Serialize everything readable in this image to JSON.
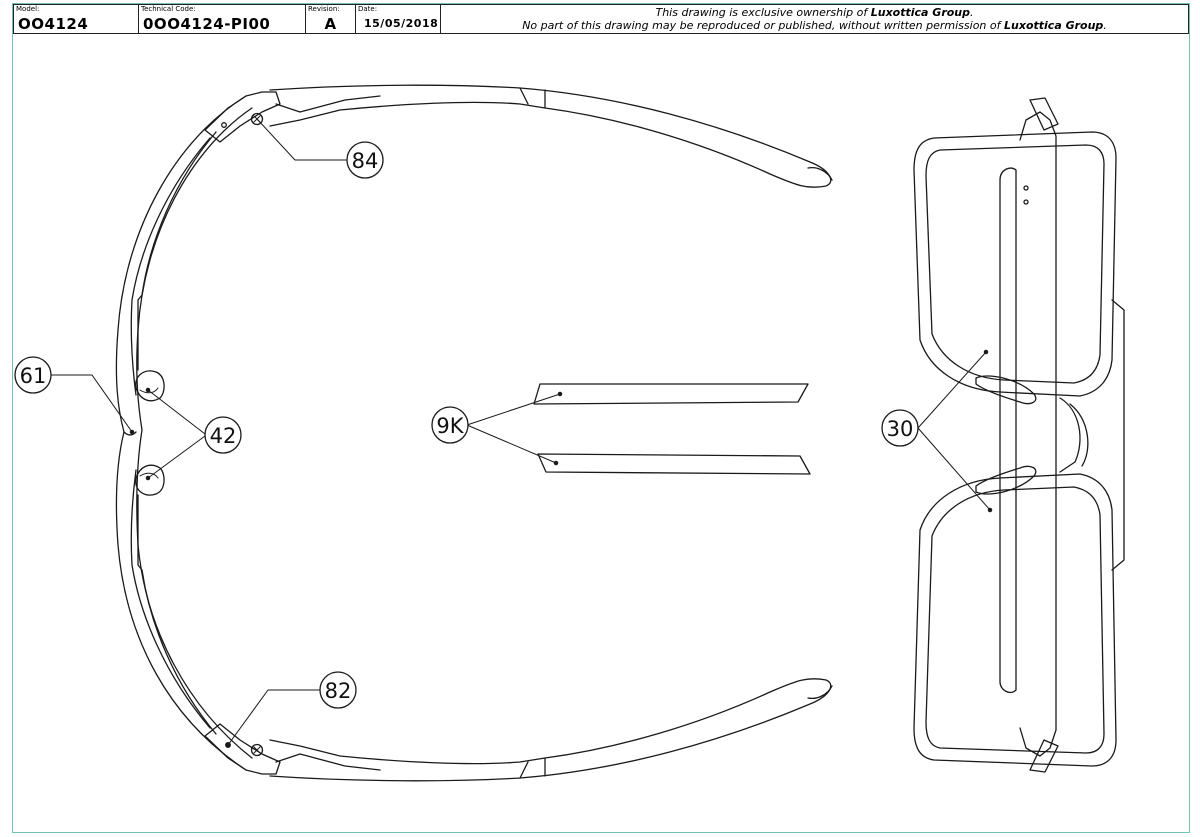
{
  "title_block": {
    "model_label": "Model:",
    "model": "OO4124",
    "technical_code_label": "Technical Code:",
    "technical_code": "0OO4124-PI00",
    "revision_label": "Revision:",
    "revision": "A",
    "date_label": "Date:",
    "date": "15/05/2018",
    "notice_line1_pre": "This drawing is exclusive ownership of ",
    "notice_owner": "Luxottica Group",
    "notice_line1_post": ".",
    "notice_line2_pre": "No part of this drawing may be reproduced or published, without written permission of ",
    "notice_line2_post": "."
  },
  "callouts": {
    "c84": "84",
    "c61": "61",
    "c42": "42",
    "c9k": "9K",
    "c30": "30",
    "c82": "82"
  },
  "colors": {
    "line": "#1a1a1a",
    "frame_border": "#6fc3b8"
  }
}
